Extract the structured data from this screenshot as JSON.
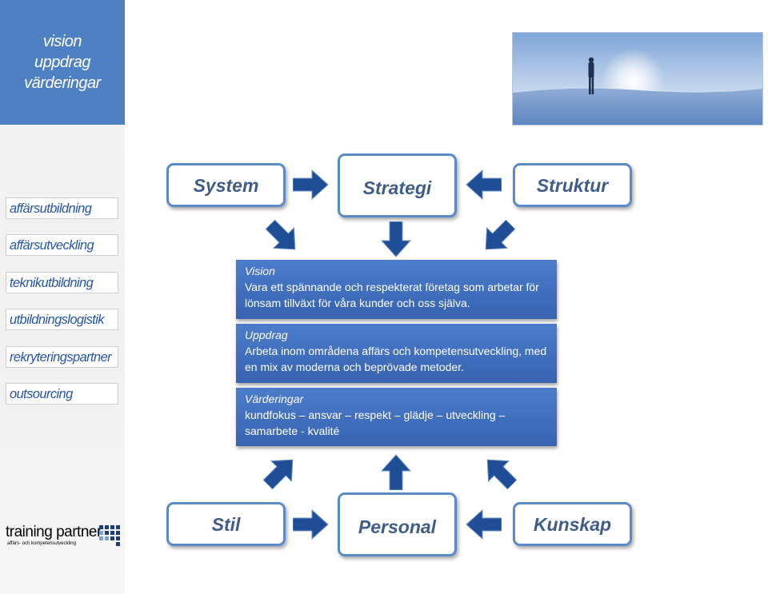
{
  "sidebar": {
    "header_lines": [
      "vision",
      "uppdrag",
      "värderingar"
    ],
    "items": [
      {
        "label": "affärsutbildning"
      },
      {
        "label": "affärsutveckling"
      },
      {
        "label": "teknikutbildning"
      },
      {
        "label": "utbildningslogistik"
      },
      {
        "label": "rekryteringspartner"
      },
      {
        "label": "outsourcing"
      }
    ],
    "logo": {
      "name": "training partner",
      "tagline": "affärs- och kompetensutveckling"
    }
  },
  "diagram": {
    "top_boxes": [
      "System",
      "Strategi",
      "Struktur"
    ],
    "bottom_boxes": [
      "Stil",
      "Personal",
      "Kunskap"
    ],
    "panels": [
      {
        "heading": "Vision",
        "text": "Vara ett spännande och respekterat företag som arbetar för lönsam tillväxt  för våra kunder och oss själva."
      },
      {
        "heading": "Uppdrag",
        "text": "Arbeta inom områdena affärs och kompetensutveckling, med en mix av moderna och beprövade metoder."
      },
      {
        "heading": "Värderingar",
        "text": "kundfokus – ansvar – respekt – glädje – utveckling –samarbete - kvalité"
      }
    ]
  },
  "colors": {
    "accent": "#4f80c3",
    "link": "#2656a8",
    "arrow": "#1f4e96",
    "panel": "#3f6fbf",
    "box_border": "#5b8ac9"
  }
}
